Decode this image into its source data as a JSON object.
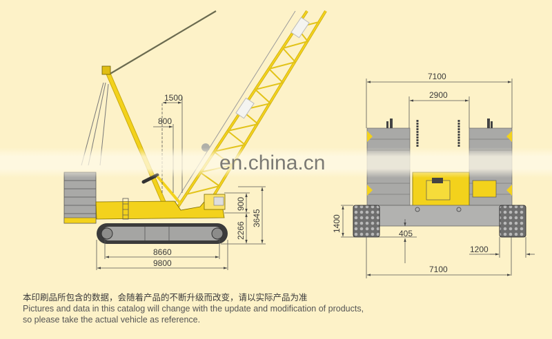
{
  "watermark": {
    "text": "en.china.cn"
  },
  "side_view": {
    "dimensions": {
      "mast_offset_outer": "1500",
      "mast_offset_inner": "800",
      "upper_height": "900",
      "lower_height": "2266",
      "overall_height": "3645",
      "track_length_tumbler": "8660",
      "track_length_overall": "9800"
    }
  },
  "front_view": {
    "dimensions": {
      "overall_width_top": "7100",
      "body_width": "2900",
      "track_height": "1400",
      "ground_clearance": "405",
      "track_shoe_width": "1200",
      "overall_width_bottom": "7100"
    }
  },
  "disclaimer": {
    "cn": "本印刷品所包含的数据，会随着产品的不断升级而改变，请以实际产品为准",
    "en_line1": "Pictures and data in this catalog will change with the update and modification of products,",
    "en_line2": "so please take the actual vehicle as reference."
  },
  "colors": {
    "background": "#fdf2c8",
    "crane_yellow": "#f3d21c",
    "steel_gray": "#a9a9a7",
    "track_dark": "#3b3b3b",
    "dimension_line": "#555555"
  }
}
